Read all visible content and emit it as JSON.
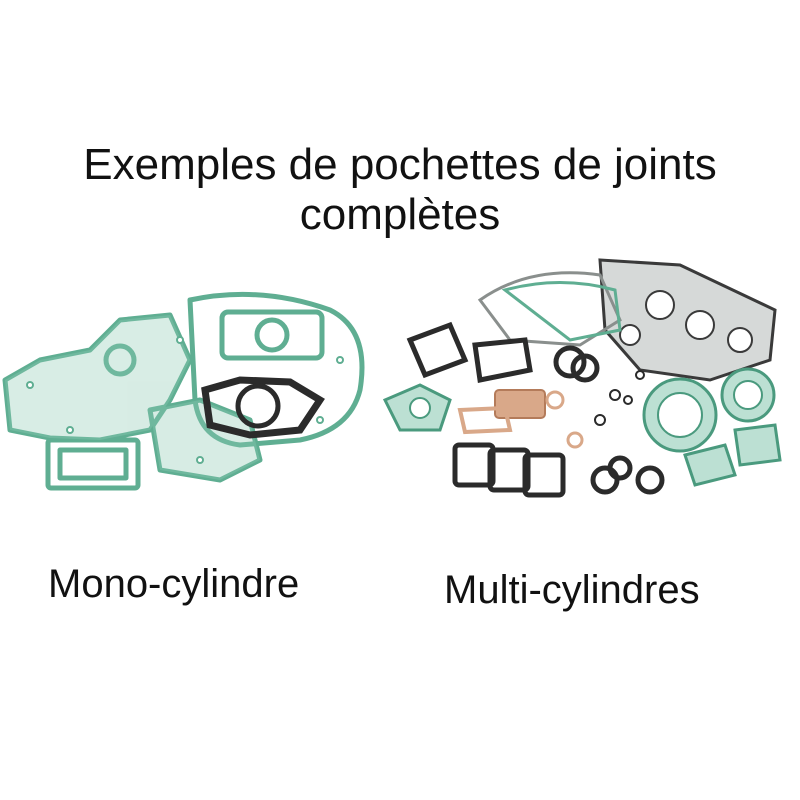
{
  "title": {
    "line1": "Exemples de pochettes de joints",
    "line2": "complètes"
  },
  "panels": [
    {
      "caption": "Mono-cylindre",
      "image": "mono-cylinder-gasket-kit"
    },
    {
      "caption": "Multi-cylindres",
      "image": "multi-cylinder-gasket-kit"
    }
  ],
  "colors": {
    "background": "#ffffff",
    "text": "#111111",
    "gasket_green": "#5fae92",
    "gasket_green_fill": "#8fcbb5",
    "gasket_black": "#2b2b2b",
    "gasket_copper": "#d9a889",
    "gasket_grey": "#8a8f8d"
  }
}
